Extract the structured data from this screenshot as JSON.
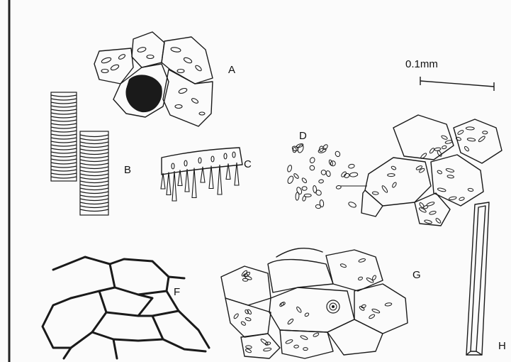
{
  "labels": {
    "a": "A",
    "b": "B",
    "c": "C",
    "d": "D",
    "f": "F",
    "g": "G",
    "h": "H"
  },
  "scale_bar": {
    "text": "0.1mm"
  },
  "colors": {
    "ink": "#1a1a1a",
    "paper": "#fbfbfb"
  }
}
